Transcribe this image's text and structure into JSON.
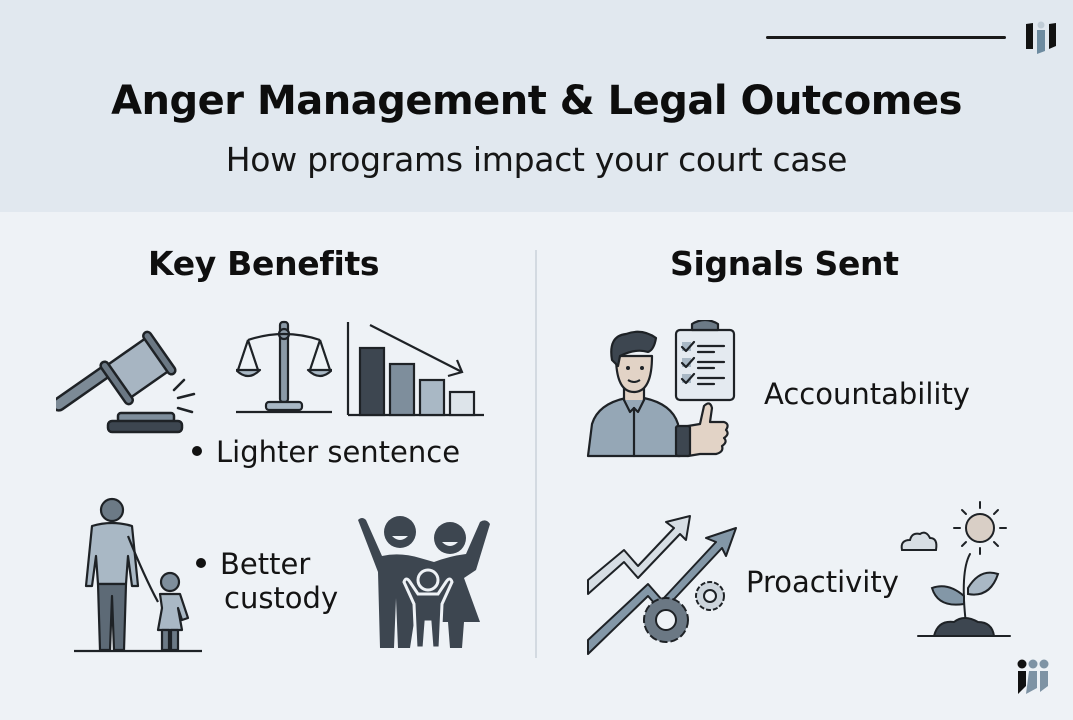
{
  "header": {
    "title": "Anger Management & Legal Outcomes",
    "subtitle": "How programs impact your court case",
    "brand_logo": "brand-logo-icon"
  },
  "left_section": {
    "heading": "Key Benefits",
    "items": [
      {
        "label": "Lighter sentence",
        "icons": [
          "gavel-icon",
          "scales-of-justice-icon",
          "declining-bar-chart-icon"
        ]
      },
      {
        "label_line1": "Better",
        "label_line2": "custody",
        "icons": [
          "parent-and-child-icon",
          "happy-family-icon"
        ]
      }
    ]
  },
  "right_section": {
    "heading": "Signals Sent",
    "items": [
      {
        "label": "Accountability",
        "icons": [
          "man-with-checklist-thumbs-up-icon"
        ]
      },
      {
        "label": "Proactivity",
        "icons": [
          "rising-arrows-gears-icon",
          "growing-plant-sun-icon"
        ]
      }
    ]
  },
  "colors": {
    "header_bg": "#e1e8ef",
    "body_bg": "#eef2f6",
    "icon_dark": "#3d4650",
    "icon_mid": "#7e8e9c",
    "icon_light": "#a9b8c5",
    "skin": "#e2d3c6"
  }
}
